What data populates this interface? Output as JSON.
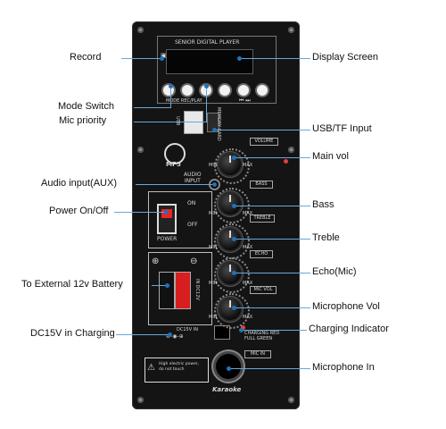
{
  "panel": {
    "title": "SENIOR DIGITAL PLAYER",
    "mode_regplay": "MODE REC/PLAY",
    "usb": "USB",
    "memory_card": "MEMORY CARD",
    "mp3": "MP3",
    "audio_input": "AUDIO\nINPUT",
    "on": "ON",
    "off": "OFF",
    "power": "POWER",
    "in_dc12v": "IN DC12V",
    "dc15v_in": "DC15V IN",
    "charging": "CHARGING RED\nFULL GREEN",
    "warning": "High electric power,\ndo not touch",
    "brand": "Karaoke",
    "min": "MIN",
    "max": "MAX",
    "knob_tags": {
      "volume": "VOLUME",
      "bass": "BASS",
      "treble": "TREBLE",
      "echo": "ECHO",
      "mic_vol": "MIC VOL",
      "mic_in": "MIC IN"
    }
  },
  "callouts": {
    "record": "Record",
    "mode_switch": "Mode Switch",
    "mic_priority": "Mic priority",
    "audio_input": "Audio input(AUX)",
    "power": "Power On/Off",
    "battery": "To External 12v Battery",
    "dc15v": "DC15V in Charging",
    "display_screen": "Display Screen",
    "usb_tf": "USB/TF Input",
    "main_vol": "Main vol",
    "bass": "Bass",
    "treble": "Treble",
    "echo": "Echo(Mic)",
    "mic_vol": "Microphone Vol",
    "charging_indicator": "Charging Indicator",
    "mic_in": "Microphone In"
  },
  "colors": {
    "panel": "#141414",
    "callout_line": "#6aa7d8",
    "callout_point": "#1e73be",
    "speaker_red": "#d81e1e"
  }
}
